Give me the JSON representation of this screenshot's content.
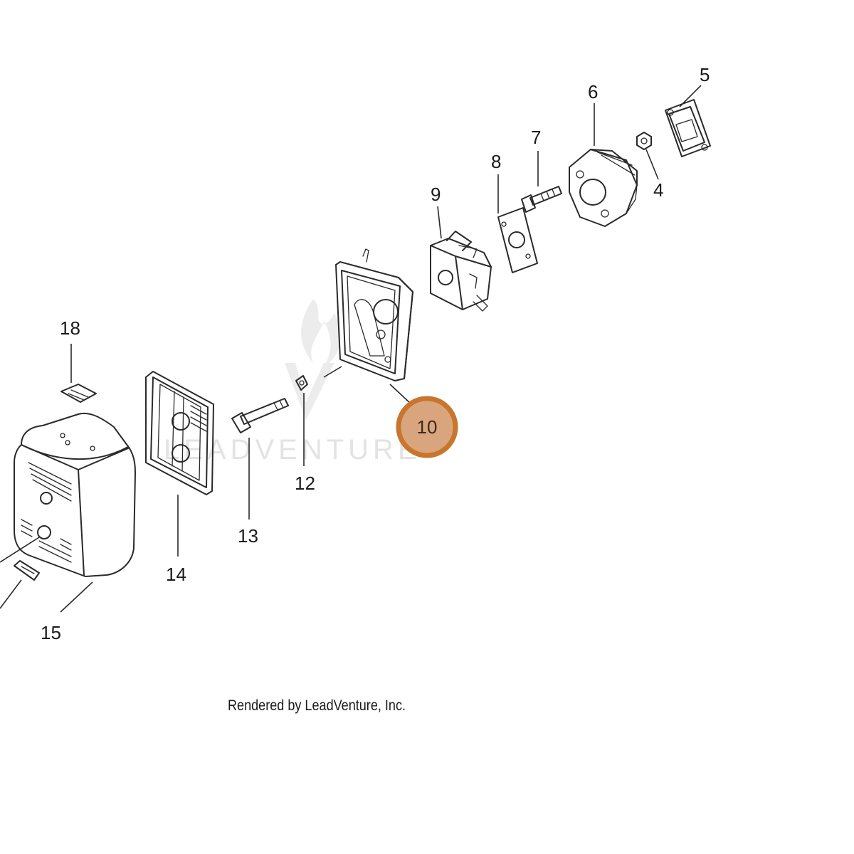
{
  "diagram": {
    "type": "exploded parts diagram",
    "highlighted_part": "10",
    "part_labels": [
      "4",
      "5",
      "6",
      "7",
      "8",
      "9",
      "10",
      "12",
      "13",
      "14",
      "15",
      "18"
    ]
  },
  "watermark": {
    "text": "LEADVENTURE"
  },
  "credit": {
    "text": "Rendered by LeadVenture, Inc."
  },
  "colors": {
    "callout_fill": "#d9a57e",
    "callout_stroke": "#c8752e",
    "line_art": "#2a2a2a"
  }
}
